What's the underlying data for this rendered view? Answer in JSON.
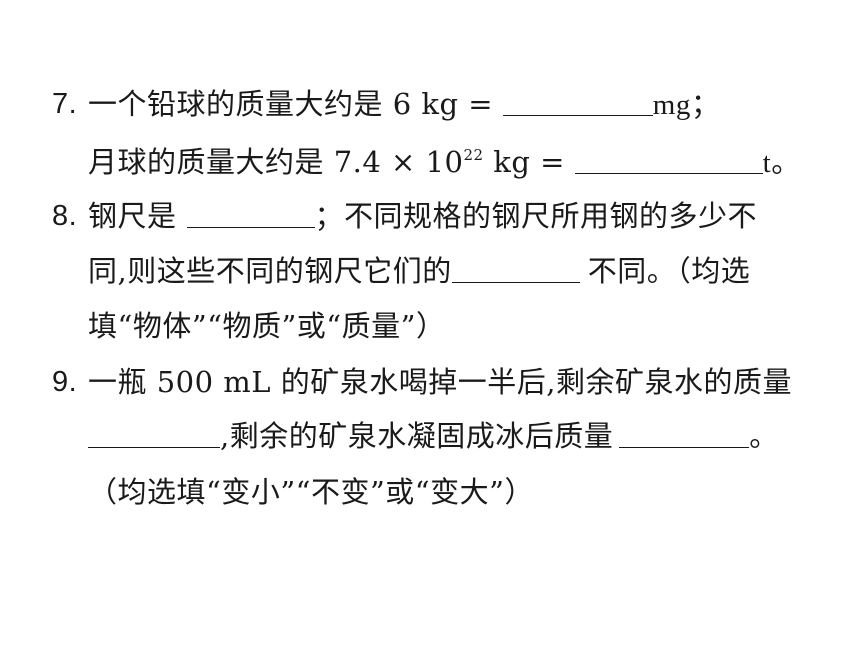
{
  "q7": {
    "number": "7.",
    "line1_text": "一个铅球的质量大约是 6 kg = ",
    "line1_unit": "mg；",
    "line2_text": "月球的质量大约是 7.4 × 10",
    "line2_exp": "22",
    "line2_mid": " kg = ",
    "line2_unit": "t。"
  },
  "q8": {
    "number": "8.",
    "line1_a": "钢尺是",
    "line1_b": "；不同规格的钢尺所用钢的多少不",
    "line2_a": "同,则这些不同的钢尺它们的",
    "line2_b": "不同。（均选",
    "line3": "填“物体”“物质”或“质量”）"
  },
  "q9": {
    "number": "9.",
    "line1": "一瓶 500 mL 的矿泉水喝掉一半后,剩余矿泉水的质量",
    "line2_a": ",剩余的矿泉水凝固成冰后质量",
    "line2_b": "。",
    "line3": "（均选填“变小”“不变”或“变大”）"
  }
}
